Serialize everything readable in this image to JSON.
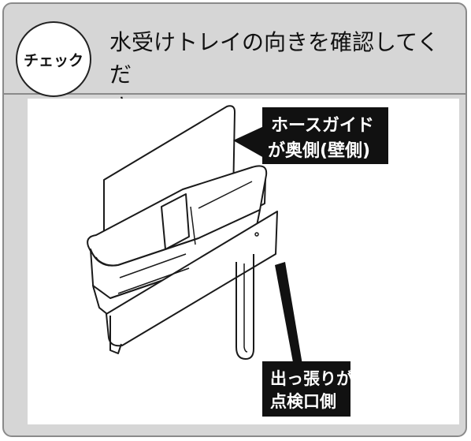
{
  "badge_label": "チェック",
  "instruction_line1": "水受けトレイの向きを確認してくだ",
  "instruction_line2": "さい。",
  "callout_top_line1": "ホースガイド",
  "callout_top_line2": "が奥側(壁側)",
  "callout_bottom_line1": "出っ張りが",
  "callout_bottom_line2": "点検口側",
  "colors": {
    "panel": "#d6d6d6",
    "border": "#8a8a8a",
    "callout": "#111111"
  }
}
